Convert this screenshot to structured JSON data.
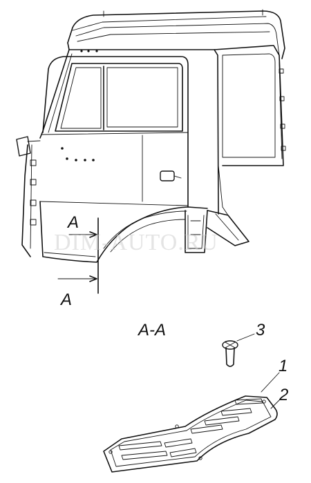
{
  "section_label_top": "A",
  "section_label_bottom": "A",
  "section_title": "A-A",
  "callouts": {
    "c1": "1",
    "c2": "2",
    "c3": "3"
  },
  "watermark": "DIM-AUTO.RU",
  "parts": {
    "cab": "cab-side-view",
    "mat": "floor-mat",
    "screw": "screw"
  }
}
